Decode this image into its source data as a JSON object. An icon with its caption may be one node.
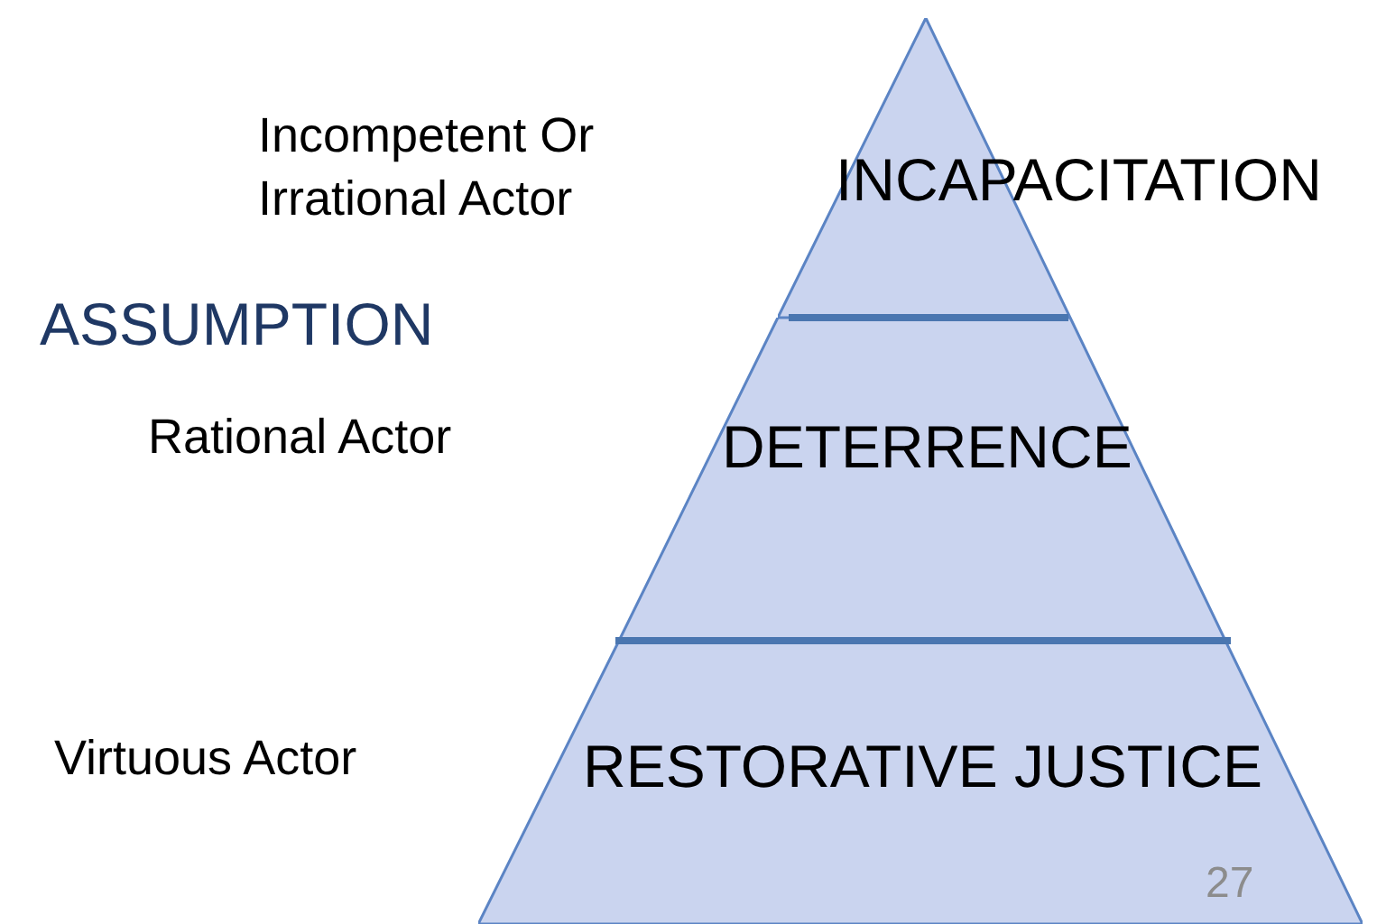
{
  "diagram": {
    "nodes": [
      {
        "text": [
          "INCAPACITATION"
        ]
      },
      {
        "text": [
          "DETERRENCE"
        ]
      },
      {
        "text": [
          "RESTORATIVE JUSTICE"
        ]
      }
    ],
    "edges": [],
    "labels": [
      "Incompetent Or Irrational Actor",
      "ASSUMPTION",
      "Rational Actor",
      "Virtuous Actor",
      "27"
    ]
  }
}
